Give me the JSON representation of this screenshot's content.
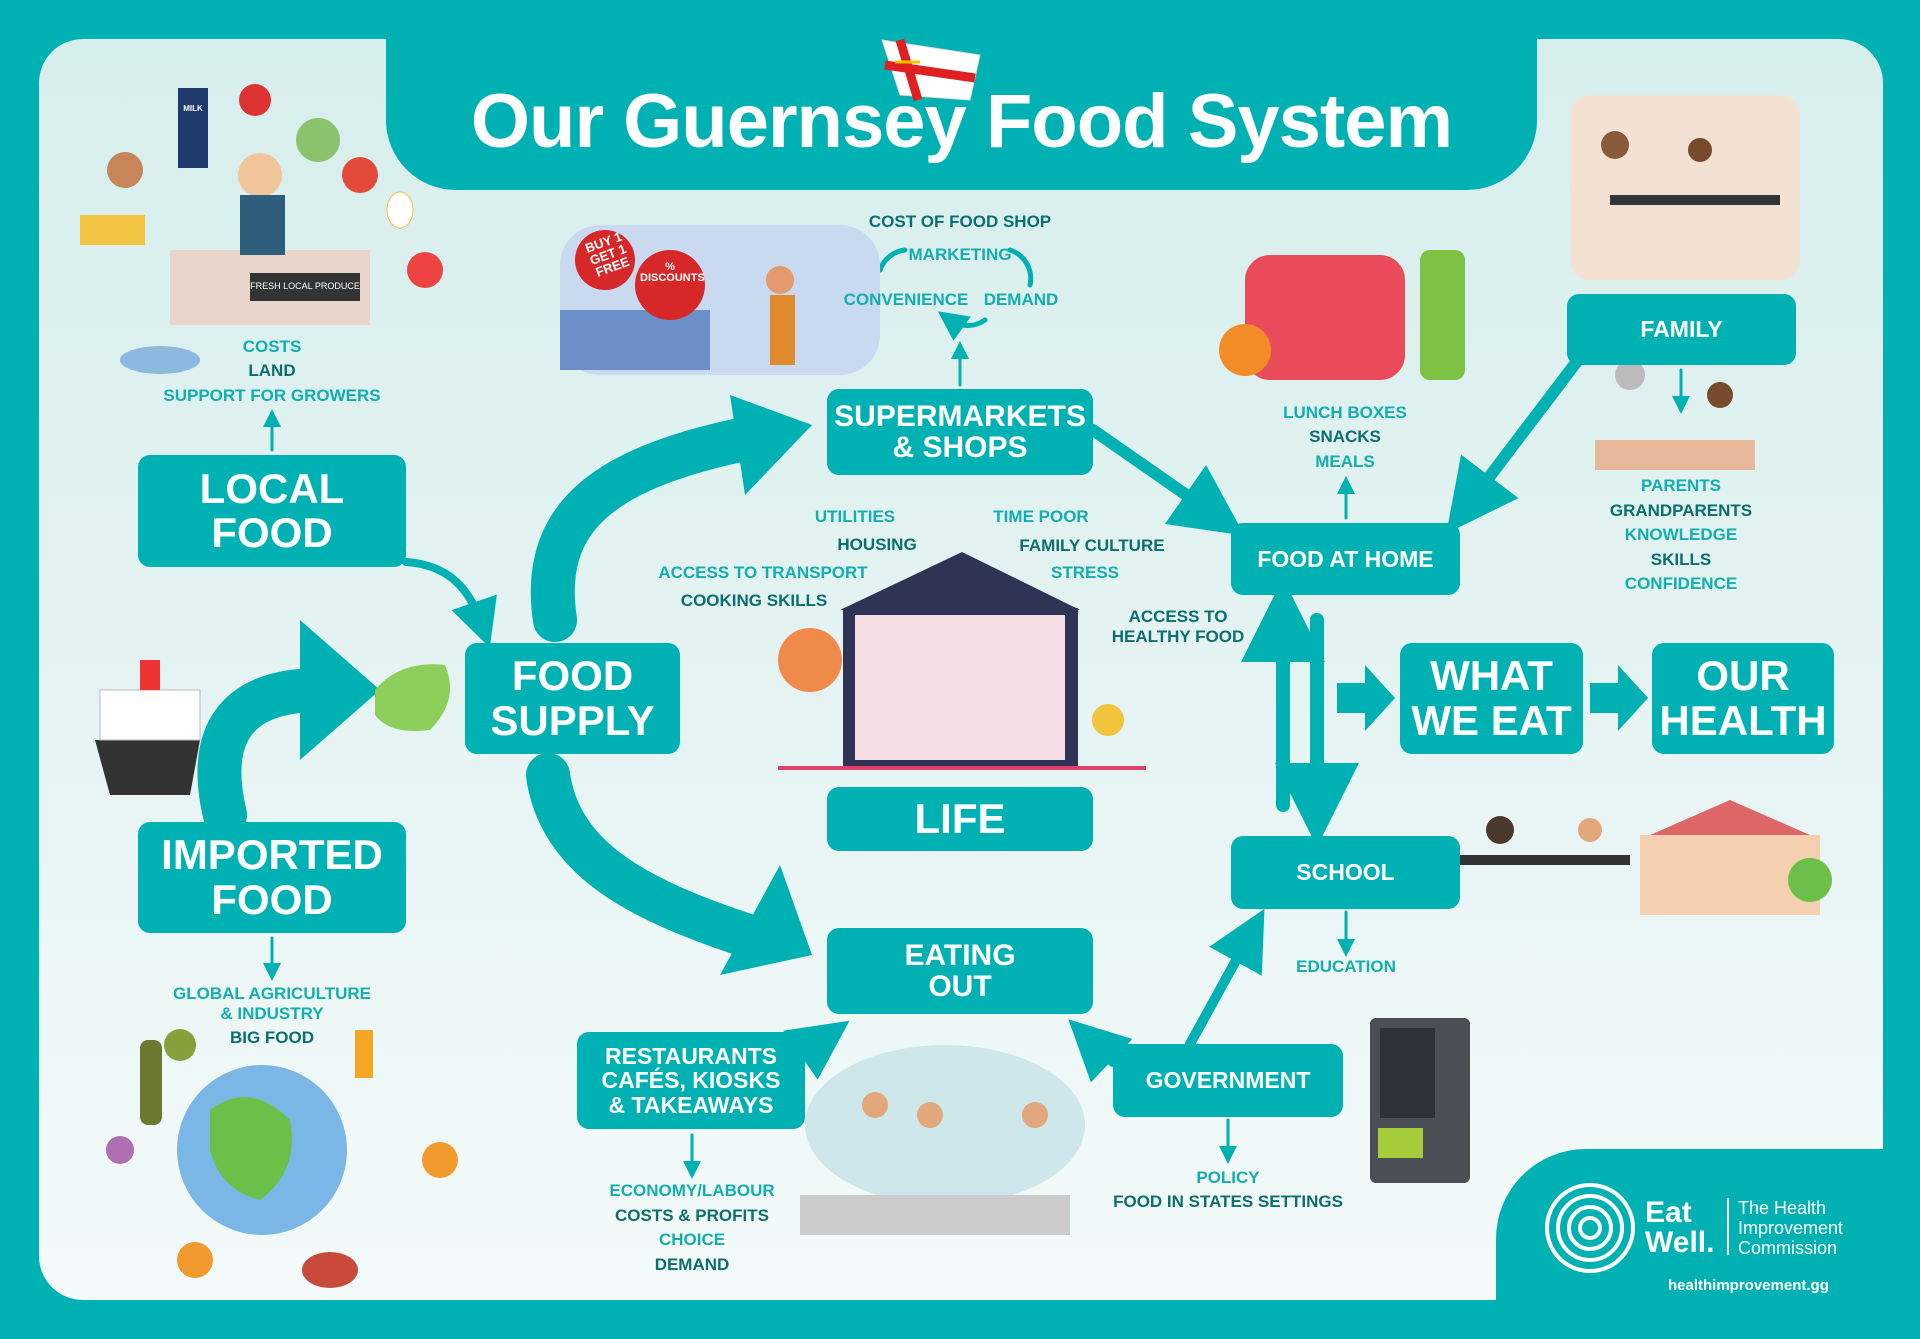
{
  "title": "Our Guernsey Food System",
  "boxes": {
    "local_food": "LOCAL\nFOOD",
    "imported_food": "IMPORTED\nFOOD",
    "food_supply": "FOOD\nSUPPLY",
    "supermarkets": "SUPERMARKETS\n& SHOPS",
    "life": "LIFE",
    "eating_out": "EATING\nOUT",
    "food_at_home": "FOOD AT HOME",
    "school": "SCHOOL",
    "family": "FAMILY",
    "what_we_eat": "WHAT\nWE EAT",
    "our_health": "OUR\nHEALTH",
    "restaurants": "RESTAURANTS\nCAFÉS, KIOSKS\n& TAKEAWAYS",
    "government": "GOVERNMENT"
  },
  "local_food_factors": [
    "COSTS",
    "LAND",
    "SUPPORT FOR GROWERS"
  ],
  "imported_food_factors": [
    "GLOBAL AGRICULTURE",
    "& INDUSTRY",
    "BIG FOOD"
  ],
  "supermarket_factors": {
    "cost": "COST OF FOOD SHOP",
    "marketing": "MARKETING",
    "convenience": "CONVENIENCE",
    "demand": "DEMAND"
  },
  "life_factors": {
    "utilities": "UTILITIES",
    "housing": "HOUSING",
    "transport": "ACCESS TO TRANSPORT",
    "cooking": "COOKING SKILLS",
    "time_poor": "TIME POOR",
    "family_culture": "FAMILY CULTURE",
    "stress": "STRESS",
    "access_1": "ACCESS TO",
    "access_2": "HEALTHY FOOD"
  },
  "food_at_home_factors": [
    "LUNCH BOXES",
    "SNACKS",
    "MEALS"
  ],
  "family_factors": [
    "PARENTS",
    "GRANDPARENTS",
    "KNOWLEDGE",
    "SKILLS",
    "CONFIDENCE"
  ],
  "school_factors": [
    "EDUCATION"
  ],
  "restaurant_factors": [
    "ECONOMY/LABOUR",
    "COSTS & PROFITS",
    "CHOICE",
    "DEMAND"
  ],
  "government_factors": [
    "POLICY",
    "FOOD IN STATES SETTINGS"
  ],
  "illustration_text": {
    "promo": "BUY 1\nGET 1\nFREE",
    "discount": "%\nDISCOUNTS",
    "shop_sign": "FRESH LOCAL PRODUCE",
    "milk": "MILK"
  },
  "logo": {
    "eat": "Eat",
    "well": "Well.",
    "org_1": "The Health",
    "org_2": "Improvement",
    "org_3": "Commission",
    "url": "healthimprovement.gg"
  },
  "colors": {
    "teal": "#00b1b4",
    "dark_teal": "#0b6f70",
    "light_bg": "#d6eeec"
  }
}
